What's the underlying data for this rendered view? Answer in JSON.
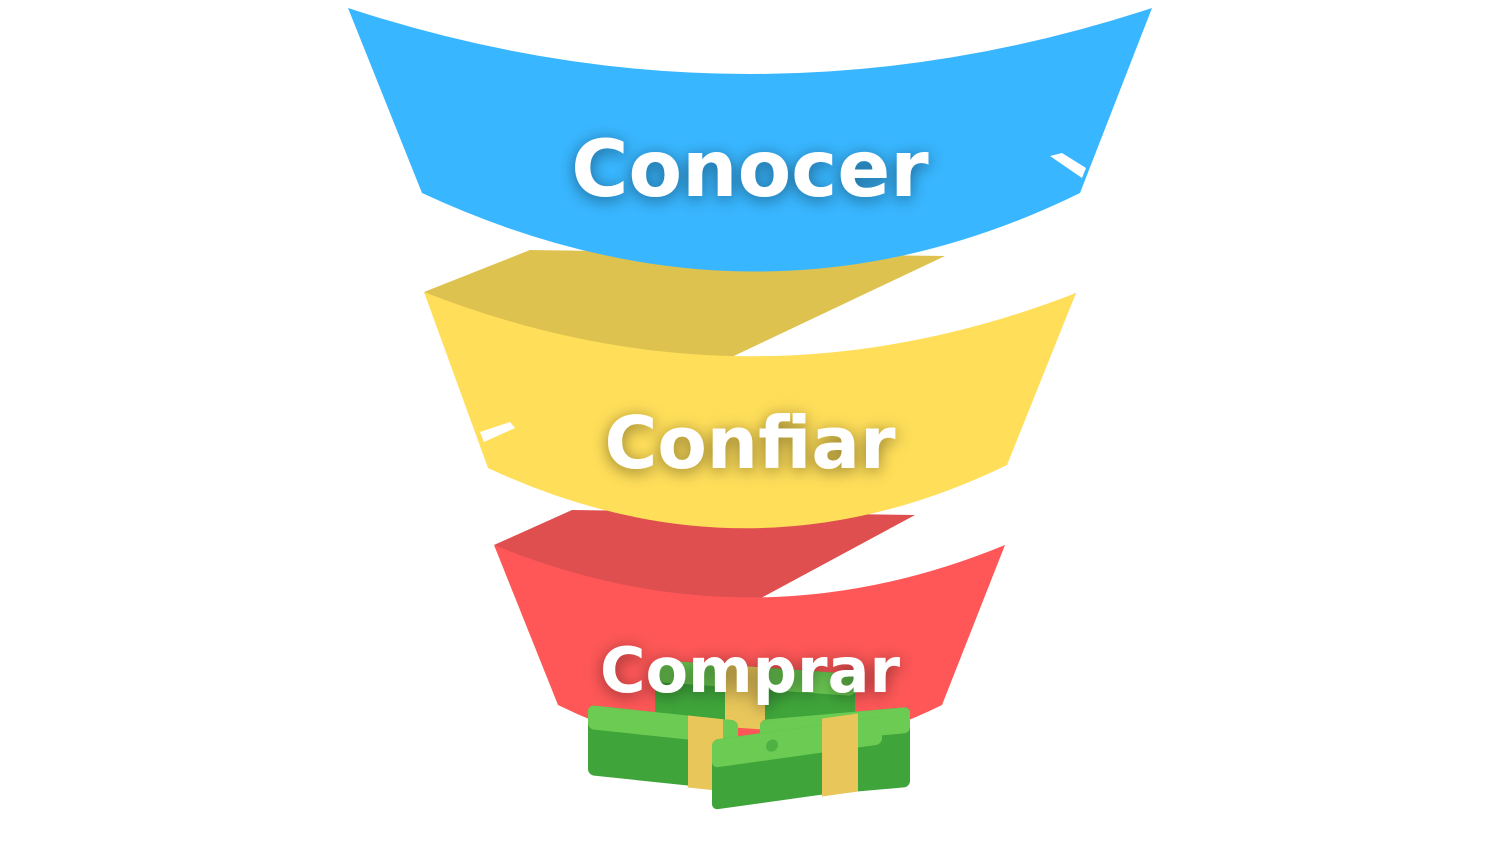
{
  "funnel": {
    "stages": [
      {
        "label": "Conocer",
        "color": "#38B6FF"
      },
      {
        "label": "Confiar",
        "color": "#FFDE59",
        "shade": "#DEC24F"
      },
      {
        "label": "Comprar",
        "color": "#FF5757",
        "shade": "#E04F4F"
      }
    ],
    "bottom_icon": "money-stacks-icon"
  }
}
